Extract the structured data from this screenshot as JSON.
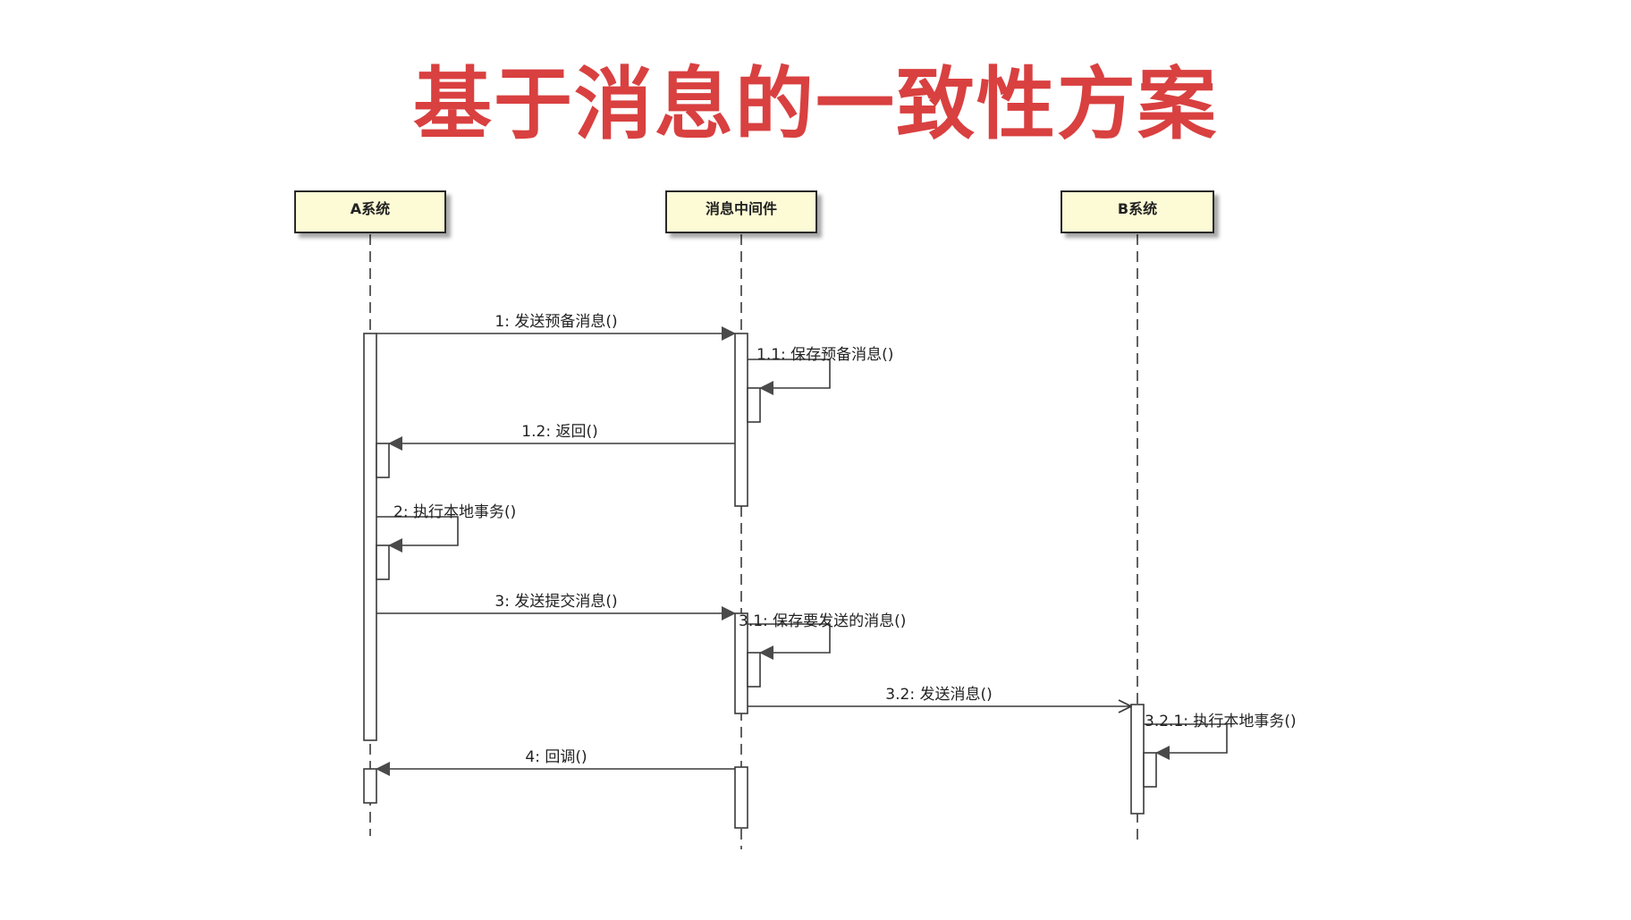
{
  "title": "基于消息的一致性方案",
  "participants": [
    {
      "id": "a",
      "label": "A系统"
    },
    {
      "id": "mq",
      "label": "消息中间件"
    },
    {
      "id": "b",
      "label": "B系统"
    }
  ],
  "messages": [
    {
      "id": "m1",
      "label": "1: 发送预备消息()"
    },
    {
      "id": "m1_1",
      "label": "1.1: 保存预备消息()"
    },
    {
      "id": "m1_2",
      "label": "1.2: 返回()"
    },
    {
      "id": "m2",
      "label": "2: 执行本地事务()"
    },
    {
      "id": "m3",
      "label": "3: 发送提交消息()"
    },
    {
      "id": "m3_1",
      "label": "3.1: 保存要发送的消息()"
    },
    {
      "id": "m3_2",
      "label": "3.2: 发送消息()"
    },
    {
      "id": "m3_2_1",
      "label": "3.2.1: 执行本地事务()"
    },
    {
      "id": "m4",
      "label": "4: 回调()"
    }
  ],
  "colors": {
    "title": "#d94040",
    "participant_fill": "#fdfbd6",
    "line": "#3a3a3a",
    "arrow_fill": "#4a4a4a"
  }
}
